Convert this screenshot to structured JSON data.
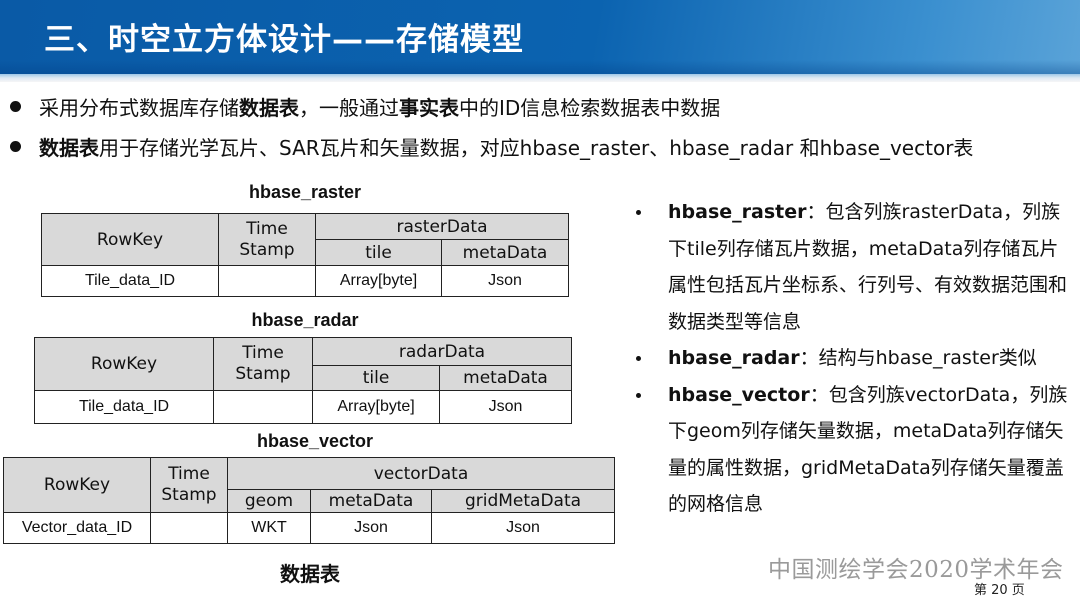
{
  "header": {
    "title": "三、时空立方体设计——存储模型",
    "colors": {
      "band_start": "#0a5aa6",
      "band_end": "#5aa3d8",
      "title": "#ffffff"
    }
  },
  "bullets": [
    {
      "parts": [
        {
          "text": "采用分布式数据库存储",
          "bold": false
        },
        {
          "text": "数据表",
          "bold": true
        },
        {
          "text": "，一般通过",
          "bold": false
        },
        {
          "text": "事实表",
          "bold": true
        },
        {
          "text": "中的ID信息检索数据表中数据",
          "bold": false
        }
      ]
    },
    {
      "parts": [
        {
          "text": "数据表",
          "bold": true
        },
        {
          "text": "用于存储光学瓦片、SAR瓦片和矢量数据，对应hbase_raster、hbase_radar 和hbase_vector表",
          "bold": false
        }
      ]
    }
  ],
  "tables": {
    "raster": {
      "title": "hbase_raster",
      "rowkey_header": "RowKey",
      "timestamp_header": "Time Stamp",
      "family": "rasterData",
      "columns": [
        "tile",
        "metaData"
      ],
      "row": {
        "rowkey": "Tile_data_ID",
        "timestamp": "",
        "values": [
          "Array[byte]",
          "Json"
        ]
      }
    },
    "radar": {
      "title": "hbase_radar",
      "rowkey_header": "RowKey",
      "timestamp_header": "Time Stamp",
      "family": "radarData",
      "columns": [
        "tile",
        "metaData"
      ],
      "row": {
        "rowkey": "Tile_data_ID",
        "timestamp": "",
        "values": [
          "Array[byte]",
          "Json"
        ]
      }
    },
    "vector": {
      "title": "hbase_vector",
      "rowkey_header": "RowKey",
      "timestamp_header": "Time Stamp",
      "family": "vectorData",
      "columns": [
        "geom",
        "metaData",
        "gridMetaData"
      ],
      "row": {
        "rowkey": "Vector_data_ID",
        "timestamp": "",
        "values": [
          "WKT",
          "Json",
          "Json"
        ]
      }
    },
    "caption": "数据表"
  },
  "right_notes": [
    {
      "term": "hbase_raster",
      "text": "：包含列族rasterData，列族下tile列存储瓦片数据，metaData列存储瓦片属性包括瓦片坐标系、行列号、有效数据范围和数据类型等信息"
    },
    {
      "term": "hbase_radar",
      "text": "：结构与hbase_raster类似"
    },
    {
      "term": "hbase_vector",
      "text": "：包含列族vectorData，列族下geom列存储矢量数据，metaData列存储矢量的属性数据，gridMetaData列存储矢量覆盖的网格信息"
    }
  ],
  "footer": {
    "organization": "中国测绘学会2020学术年会",
    "page": "第 20 页"
  }
}
